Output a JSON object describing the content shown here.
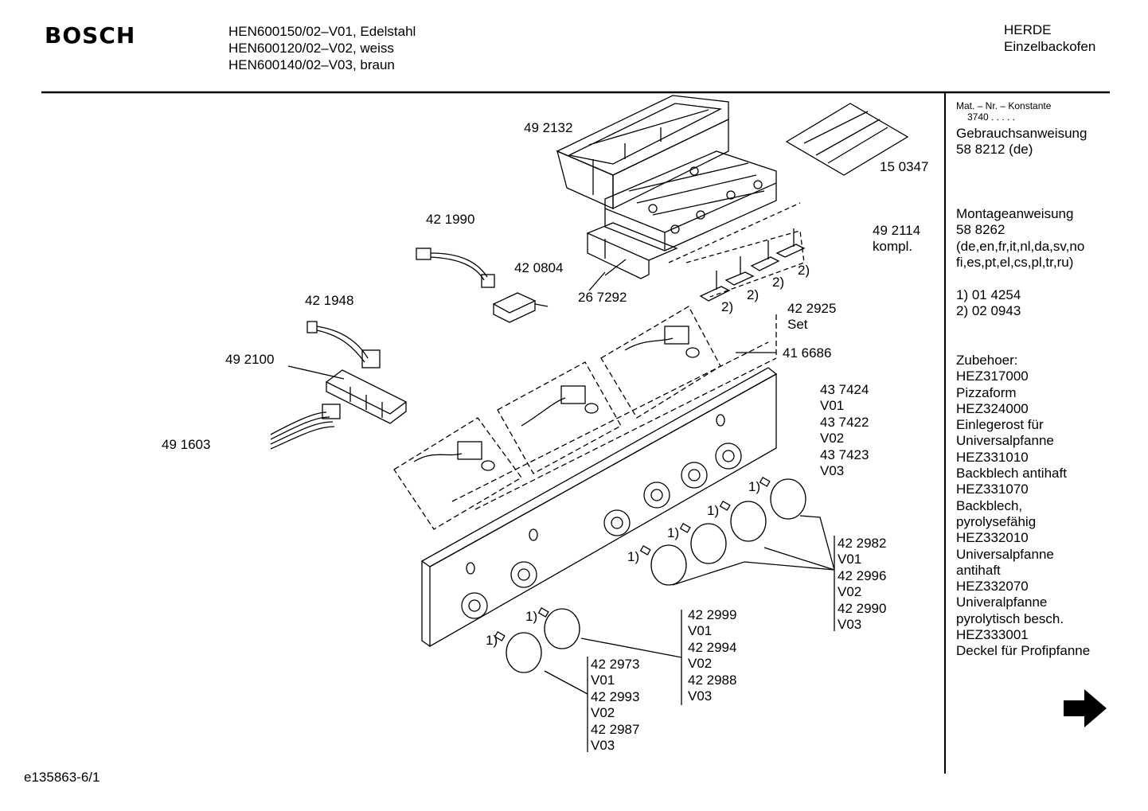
{
  "header": {
    "brand": "BOSCH",
    "models": [
      "HEN600150/02–V01, Edelstahl",
      "HEN600120/02–V02, weiss",
      "HEN600140/02–V03, braun"
    ],
    "category": "HERDE",
    "subcategory": "Einzelbackofen"
  },
  "sidebar": {
    "mat_label": "Mat. – Nr. – Konstante",
    "mat_value": "3740  .   .   .   .   .",
    "lines_a": [
      "Gebrauchsanweisung",
      "58 8212 (de)"
    ],
    "lines_b": [
      "Montageanweisung",
      "58 8262",
      "(de,en,fr,it,nl,da,sv,no",
      "fi,es,pt,el,cs,pl,tr,ru)"
    ],
    "lines_c": [
      "1) 01 4254",
      "2) 02 0943"
    ],
    "lines_d": [
      "Zubehoer:",
      "HEZ317000",
      "Pizzaform",
      "HEZ324000",
      "Einlegerost für",
      "Universalpfanne",
      "HEZ331010",
      "Backblech antihaft",
      "HEZ331070",
      "Backblech,",
      "pyrolysefähig",
      "HEZ332010",
      "Universalpfanne",
      "antihaft",
      "HEZ332070",
      "Univeralpfanne",
      "pyrolytisch besch.",
      "HEZ333001",
      "Deckel für Profipfanne"
    ]
  },
  "parts": {
    "p492132": "49 2132",
    "p150347": "15 0347",
    "p421990": "42 1990",
    "p420804": "42 0804",
    "p267292": "26 7292",
    "p492114": "49 2114",
    "kompl": "kompl.",
    "p421948": "42 1948",
    "p492100": "49 2100",
    "p491603": "49 1603",
    "p422925": "42 2925",
    "set": "Set",
    "p416686": "41 6686",
    "fn1": "1)",
    "fn2": "2)"
  },
  "stacks": {
    "s437": [
      "43 7424",
      "V01",
      "43 7422",
      "V02",
      "43 7423",
      "V03"
    ],
    "s4229": [
      "42 2982",
      "V01",
      "42 2996",
      "V02",
      "42 2990",
      "V03"
    ],
    "s42299": [
      "42 2999",
      "V01",
      "42 2994",
      "V02",
      "42 2988",
      "V03"
    ],
    "s42297": [
      "42 2973",
      "V01",
      "42 2993",
      "V02",
      "42 2987",
      "V03"
    ]
  },
  "footer": {
    "doc_id": "e135863-6/1"
  },
  "nav": {
    "next_icon": "arrow-right-icon"
  }
}
